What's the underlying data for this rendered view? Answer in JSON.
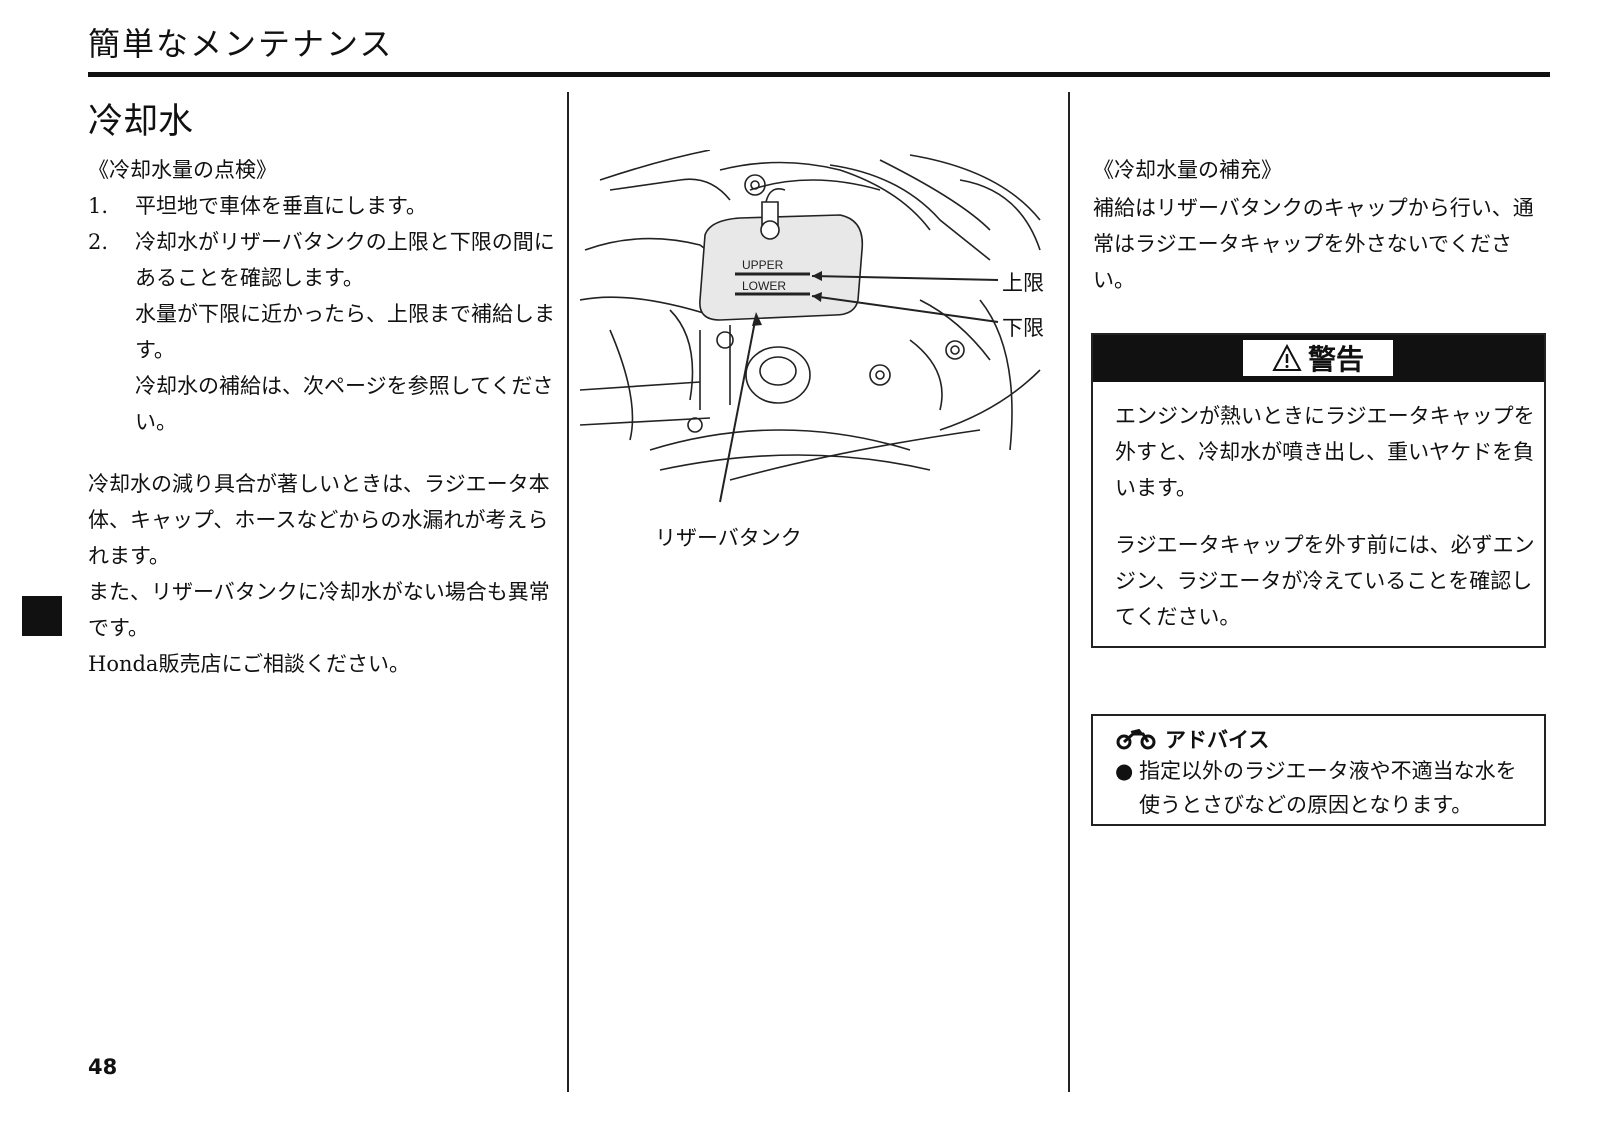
{
  "header": {
    "section_title": "簡単なメンテナンス"
  },
  "left": {
    "title": "冷却水",
    "check_heading": "《冷却水量の点検》",
    "steps": [
      {
        "number": "1.",
        "lines": [
          "平坦地で車体を垂直にします。"
        ]
      },
      {
        "number": "2.",
        "lines": [
          "冷却水がリザーバタンクの上限と下限の間にあることを確認します。",
          "水量が下限に近かったら、上限まで補給します。",
          "冷却水の補給は、次ページを参照してください。"
        ]
      }
    ],
    "notes": [
      "冷却水の減り具合が著しいときは、ラジエータ本体、キャップ、ホースなどからの水漏れが考えられます。",
      "また、リザーバタンクに冷却水がない場合も異常です。",
      "Honda販売店にご相談ください。"
    ]
  },
  "illustration": {
    "tank_labels": {
      "upper": "UPPER",
      "lower": "LOWER"
    },
    "callouts": {
      "upper_limit": "上限",
      "lower_limit": "下限",
      "reserve_tank": "リザーバタンク"
    }
  },
  "right": {
    "refill_heading": "《冷却水量の補充》",
    "refill_text": "補給はリザーバタンクのキャップから行い、通常はラジエータキャップを外さないでください。",
    "warning": {
      "label": "警告",
      "icon": "warning-triangle-icon",
      "paragraphs": [
        "エンジンが熱いときにラジエータキャップを外すと、冷却水が噴き出し、重いヤケドを負います。",
        "ラジエータキャップを外す前には、必ずエンジン、ラジエータが冷えていることを確認してください。"
      ]
    },
    "advice": {
      "icon": "motorcycle-icon",
      "title": "アドバイス",
      "bullet": "●",
      "items": [
        "指定以外のラジエータ液や不適当な水を使うとさびなどの原因となります。"
      ]
    }
  },
  "footer": {
    "page_number": "48"
  }
}
